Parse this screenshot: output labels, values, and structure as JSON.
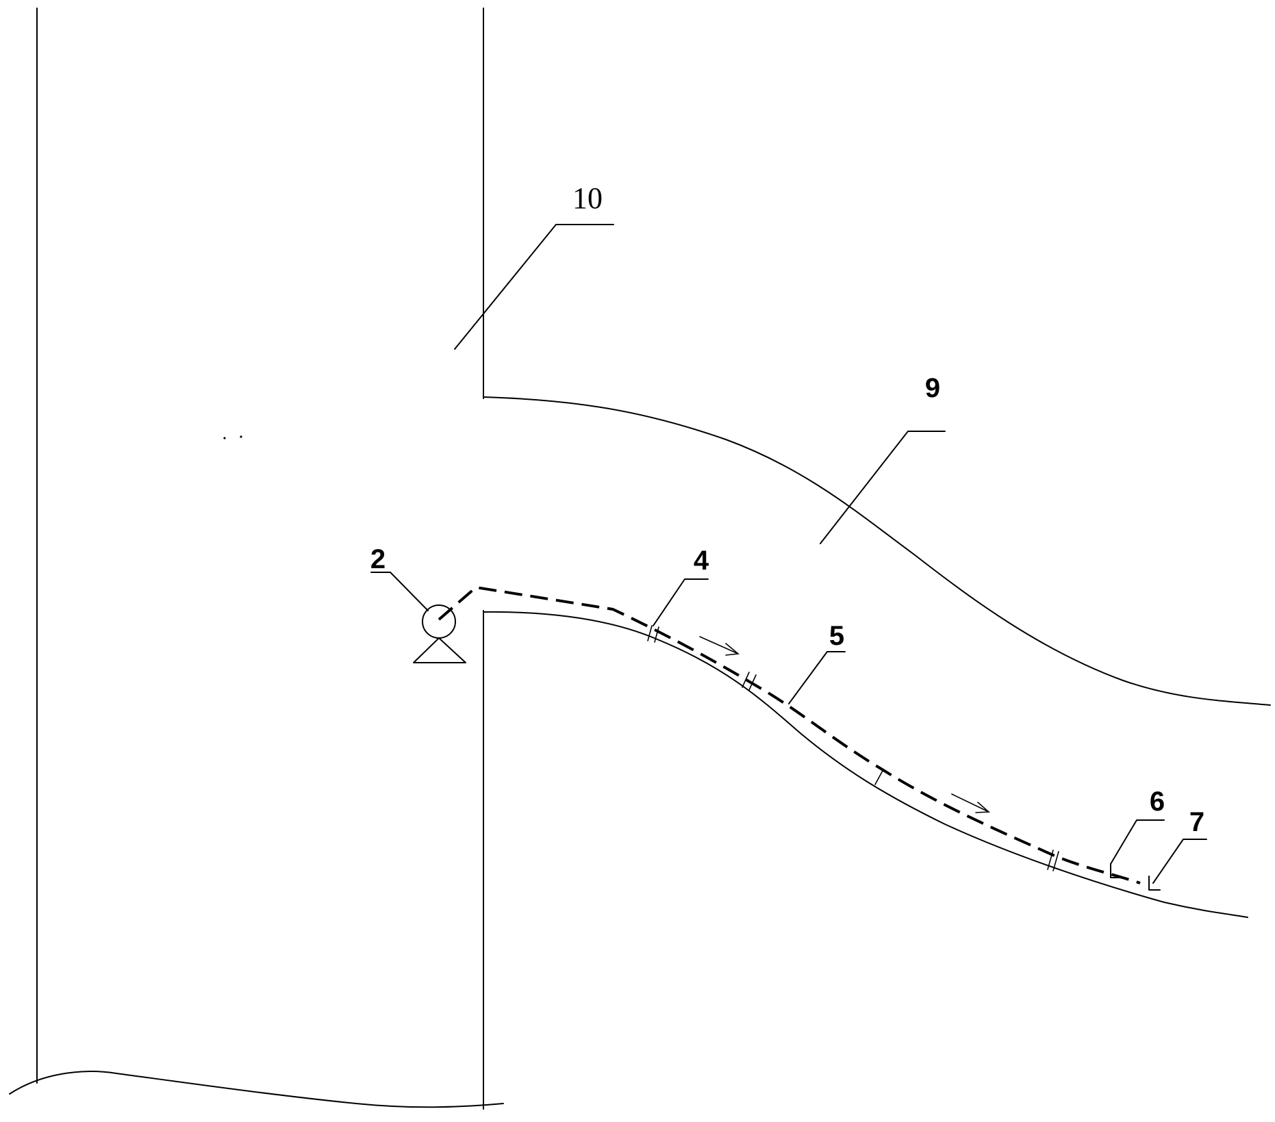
{
  "labels": {
    "part_10": "10",
    "part_9": "9",
    "part_2": "2",
    "part_4": "4",
    "part_5": "5",
    "part_6": "6",
    "part_7": "7"
  }
}
